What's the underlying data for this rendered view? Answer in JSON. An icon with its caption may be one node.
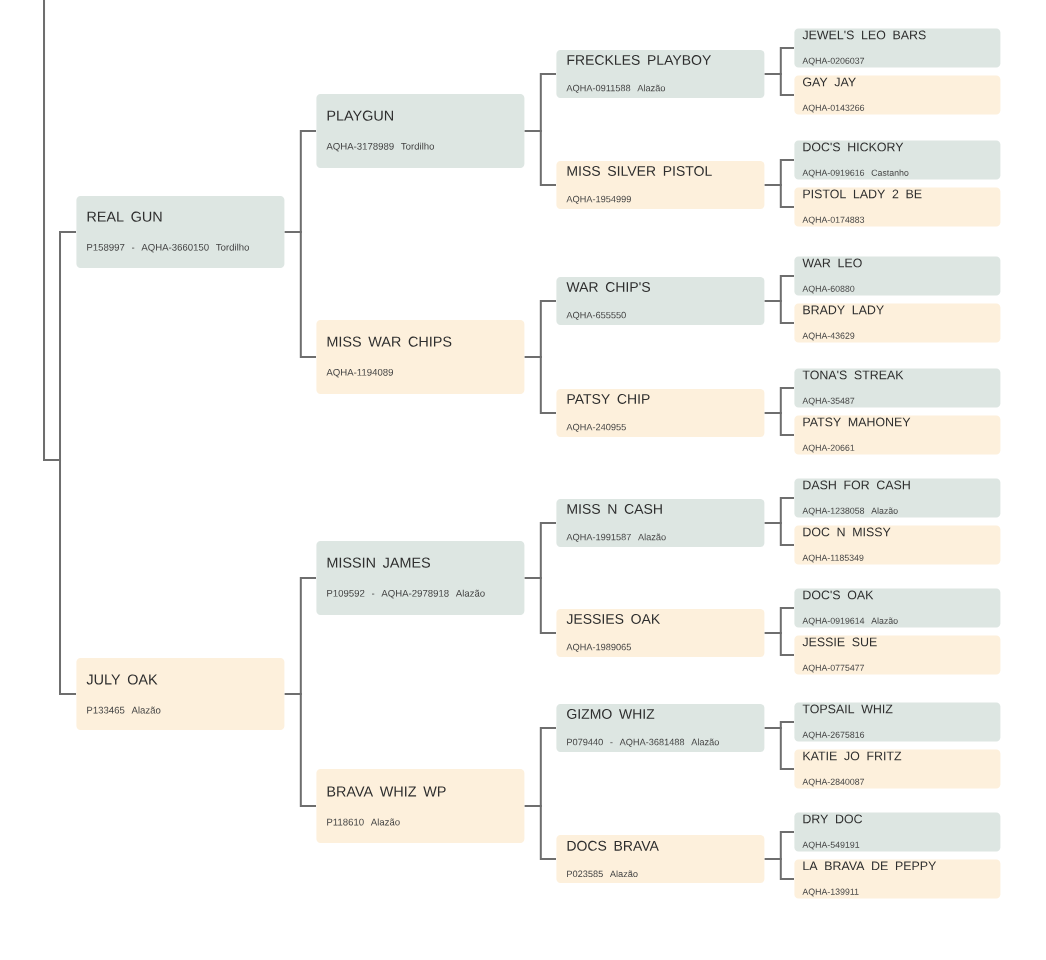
{
  "diagram": {
    "nodes": [
      {
        "text": [
          "REAL GUN",
          "P158997 - AQHA-3660150 Tordilho"
        ]
      },
      {
        "text": [
          "JULY OAK",
          "P133465 Alazão"
        ]
      },
      {
        "text": [
          "PLAYGUN",
          "AQHA-3178989 Tordilho"
        ]
      },
      {
        "text": [
          "MISS WAR CHIPS",
          "AQHA-1194089"
        ]
      },
      {
        "text": [
          "MISSIN JAMES",
          "P109592 - AQHA-2978918 Alazão"
        ]
      },
      {
        "text": [
          "BRAVA WHIZ WP",
          "P118610 Alazão"
        ]
      },
      {
        "text": [
          "FRECKLES PLAYBOY",
          "AQHA-0911588 Alazão"
        ]
      },
      {
        "text": [
          "MISS SILVER PISTOL",
          "AQHA-1954999"
        ]
      },
      {
        "text": [
          "WAR CHIP'S",
          "AQHA-655550"
        ]
      },
      {
        "text": [
          "PATSY CHIP",
          "AQHA-240955"
        ]
      },
      {
        "text": [
          "MISS N CASH",
          "AQHA-1991587 Alazão"
        ]
      },
      {
        "text": [
          "JESSIES OAK",
          "AQHA-1989065"
        ]
      },
      {
        "text": [
          "GIZMO WHIZ",
          "P079440 - AQHA-3681488 Alazão"
        ]
      },
      {
        "text": [
          "DOCS BRAVA",
          "P023585 Alazão"
        ]
      },
      {
        "text": [
          "JEWEL'S LEO BARS",
          "AQHA-0206037"
        ]
      },
      {
        "text": [
          "GAY JAY",
          "AQHA-0143266"
        ]
      },
      {
        "text": [
          "DOC'S HICKORY",
          "AQHA-0919616 Castanho"
        ]
      },
      {
        "text": [
          "PISTOL LADY 2 BE",
          "AQHA-0174883"
        ]
      },
      {
        "text": [
          "WAR LEO",
          "AQHA-60880"
        ]
      },
      {
        "text": [
          "BRADY LADY",
          "AQHA-43629"
        ]
      },
      {
        "text": [
          "TONA'S STREAK",
          "AQHA-35487"
        ]
      },
      {
        "text": [
          "PATSY MAHONEY",
          "AQHA-20661"
        ]
      },
      {
        "text": [
          "DASH FOR CASH",
          "AQHA-1238058 Alazão"
        ]
      },
      {
        "text": [
          "DOC N MISSY",
          "AQHA-1185349"
        ]
      },
      {
        "text": [
          "DOC'S OAK",
          "AQHA-0919614 Alazão"
        ]
      },
      {
        "text": [
          "JESSIE SUE",
          "AQHA-0775477"
        ]
      },
      {
        "text": [
          "TOPSAIL WHIZ",
          "AQHA-2675816"
        ]
      },
      {
        "text": [
          "KATIE JO FRITZ",
          "AQHA-2840087"
        ]
      },
      {
        "text": [
          "DRY DOC",
          "AQHA-549191"
        ]
      },
      {
        "text": [
          "LA BRAVA DE PEPPY",
          "AQHA-139911"
        ]
      }
    ],
    "edges": [
      {
        "from": null,
        "to": 0,
        "arrow": "none"
      },
      {
        "from": null,
        "to": 1,
        "arrow": "none"
      },
      {
        "from": 0,
        "to": 2,
        "arrow": "none"
      },
      {
        "from": 0,
        "to": 3,
        "arrow": "none"
      },
      {
        "from": 1,
        "to": 4,
        "arrow": "none"
      },
      {
        "from": 1,
        "to": 5,
        "arrow": "none"
      },
      {
        "from": 2,
        "to": 6,
        "arrow": "none"
      },
      {
        "from": 2,
        "to": 7,
        "arrow": "none"
      },
      {
        "from": 3,
        "to": 8,
        "arrow": "none"
      },
      {
        "from": 3,
        "to": 9,
        "arrow": "none"
      },
      {
        "from": 4,
        "to": 10,
        "arrow": "none"
      },
      {
        "from": 4,
        "to": 11,
        "arrow": "none"
      },
      {
        "from": 5,
        "to": 12,
        "arrow": "none"
      },
      {
        "from": 5,
        "to": 13,
        "arrow": "none"
      },
      {
        "from": 6,
        "to": 14,
        "arrow": "none"
      },
      {
        "from": 6,
        "to": 15,
        "arrow": "none"
      },
      {
        "from": 7,
        "to": 16,
        "arrow": "none"
      },
      {
        "from": 7,
        "to": 17,
        "arrow": "none"
      },
      {
        "from": 8,
        "to": 18,
        "arrow": "none"
      },
      {
        "from": 8,
        "to": 19,
        "arrow": "none"
      },
      {
        "from": 9,
        "to": 20,
        "arrow": "none"
      },
      {
        "from": 9,
        "to": 21,
        "arrow": "none"
      },
      {
        "from": 10,
        "to": 22,
        "arrow": "none"
      },
      {
        "from": 10,
        "to": 23,
        "arrow": "none"
      },
      {
        "from": 11,
        "to": 24,
        "arrow": "none"
      },
      {
        "from": 11,
        "to": 25,
        "arrow": "none"
      },
      {
        "from": 12,
        "to": 26,
        "arrow": "none"
      },
      {
        "from": 12,
        "to": 27,
        "arrow": "none"
      },
      {
        "from": 13,
        "to": 28,
        "arrow": "none"
      },
      {
        "from": 13,
        "to": 29,
        "arrow": "none"
      }
    ]
  }
}
